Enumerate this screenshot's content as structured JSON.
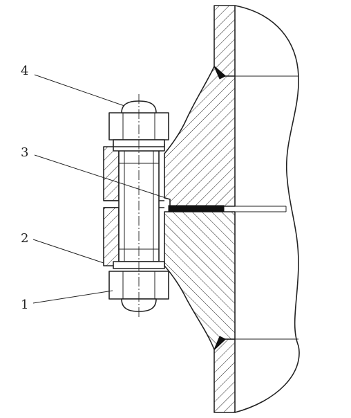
{
  "callouts": [
    {
      "id": "4",
      "label": "4",
      "part": "nut-top"
    },
    {
      "id": "3",
      "label": "3",
      "part": "gasket"
    },
    {
      "id": "2",
      "label": "2",
      "part": "blind-flange"
    },
    {
      "id": "1",
      "label": "1",
      "part": "bolt"
    }
  ],
  "colors": {
    "line": "#222222",
    "background": "#ffffff"
  }
}
